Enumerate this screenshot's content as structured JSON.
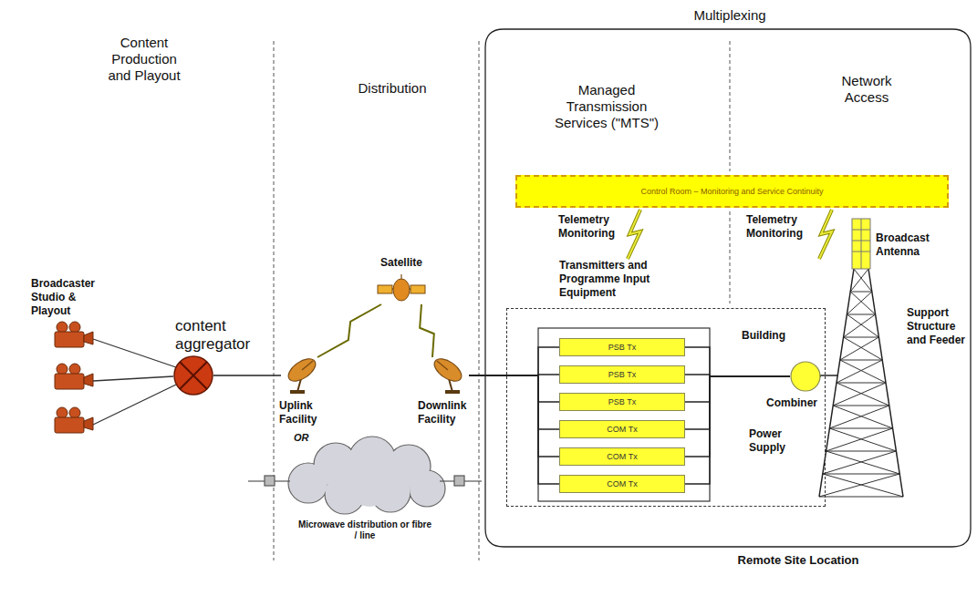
{
  "diagram": {
    "nodes": [
      {
        "text": [
          "content aggregator"
        ]
      },
      {
        "text": [
          "Satellite"
        ]
      },
      {
        "text": [
          "Uplink Facility"
        ]
      },
      {
        "text": [
          "Downlink Facility"
        ]
      },
      {
        "text": [
          "Microwave distribution or fibre / line"
        ]
      },
      {
        "text": [
          "Multiplexing",
          "Remote Site Location"
        ]
      },
      {
        "text": [
          "Control Room – Monitoring and Service Continuity"
        ],
        "in": 5
      },
      {
        "text": [
          "Transmitters and Programme Input Equipment",
          "Building",
          "Power Supply"
        ],
        "in": 5
      },
      {
        "text": [
          "PSB Tx"
        ],
        "in": 7
      },
      {
        "text": [
          "PSB Tx"
        ],
        "in": 7
      },
      {
        "text": [
          "PSB Tx"
        ],
        "in": 7
      },
      {
        "text": [
          "COM Tx"
        ],
        "in": 7
      },
      {
        "text": [
          "COM Tx"
        ],
        "in": 7
      },
      {
        "text": [
          "COM Tx"
        ],
        "in": 7
      },
      {
        "text": [
          "Combiner"
        ],
        "in": 7
      },
      {
        "text": [
          "Broadcast Antenna",
          "Support Structure and Feeder"
        ],
        "in": 5
      }
    ],
    "edges": [
      {
        "from": 0,
        "to": 2,
        "arrow": "none"
      },
      {
        "from": 2,
        "to": 1,
        "arrow": "none"
      },
      {
        "from": 1,
        "to": 3,
        "arrow": "none"
      },
      {
        "from": 3,
        "to": 8,
        "arrow": "none"
      },
      {
        "from": 3,
        "to": 9,
        "arrow": "none"
      },
      {
        "from": 3,
        "to": 10,
        "arrow": "none"
      },
      {
        "from": 3,
        "to": 11,
        "arrow": "none"
      },
      {
        "from": 3,
        "to": 12,
        "arrow": "none"
      },
      {
        "from": 3,
        "to": 13,
        "arrow": "none"
      },
      {
        "from": 8,
        "to": 14,
        "arrow": "none"
      },
      {
        "from": 9,
        "to": 14,
        "arrow": "none"
      },
      {
        "from": 10,
        "to": 14,
        "arrow": "none"
      },
      {
        "from": 11,
        "to": 14,
        "arrow": "none"
      },
      {
        "from": 12,
        "to": 14,
        "arrow": "none"
      },
      {
        "from": 13,
        "to": 14,
        "arrow": "none"
      },
      {
        "from": 14,
        "to": 15,
        "arrow": "none"
      }
    ],
    "labels": [
      "Content Production and Playout",
      "Distribution",
      "Managed Transmission Services (\"MTS\")",
      "Network Access",
      "Broadcaster Studio & Playout",
      "OR",
      "Telemetry Monitoring",
      "Telemetry Monitoring"
    ]
  }
}
